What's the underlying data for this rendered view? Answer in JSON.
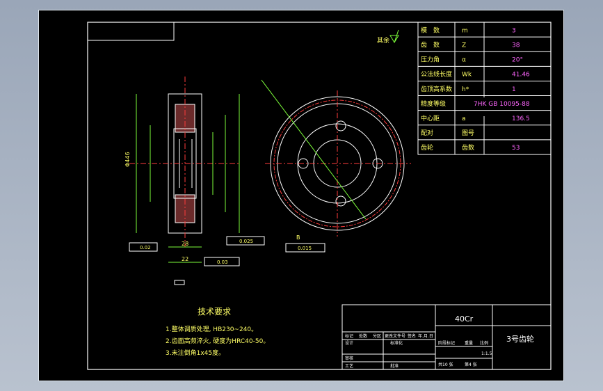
{
  "drawing": {
    "title": "3号齿轮",
    "material": "40Cr",
    "sheet_size_mark": "1:1.5",
    "sheet_count": "共10 张",
    "sheet_no": "第4 张"
  },
  "params": [
    {
      "name": "模　数",
      "sym": "m",
      "val": "3"
    },
    {
      "name": "齿　数",
      "sym": "Z",
      "val": "38"
    },
    {
      "name": "压力角",
      "sym": "α",
      "val": "20°"
    },
    {
      "name": "公法线长度",
      "sym": "Wk",
      "val": "41.46"
    },
    {
      "name": "齿顶高系数",
      "sym": "h*",
      "val": "1"
    },
    {
      "name": "精度等级",
      "sym": "",
      "val": "7HK GB 10095-88"
    },
    {
      "name": "中心距",
      "sym": "a",
      "val": "136.5"
    },
    {
      "name": "配对",
      "sym": "图号",
      "val": ""
    },
    {
      "name": "齿轮",
      "sym": "齿数",
      "val": "53"
    }
  ],
  "tech": {
    "heading": "技术要求",
    "items": [
      "1.整体调质处理, HB230~240。",
      "2.齿面高频淬火, 硬度为HRC40-50。",
      "3.未注倒角1x45度。"
    ]
  },
  "title_block": {
    "marks": [
      "标记",
      "处数",
      "分区",
      "更改文件号",
      "签名",
      "年.月.日"
    ],
    "design": "设计",
    "standard": "标准化",
    "stage": "阶段标记",
    "weight": "重量",
    "scale": "比例",
    "check": "审核",
    "process": "工艺",
    "approve": "批准"
  },
  "annotations": {
    "rough_other": "其余",
    "section_b": "B",
    "tol_1": "0.02",
    "tol_2": "0.025",
    "tol_3": "0.015",
    "tol_4": "0.03",
    "dim_28": "28",
    "dim_22": "22",
    "dim_446": "Φ446"
  }
}
